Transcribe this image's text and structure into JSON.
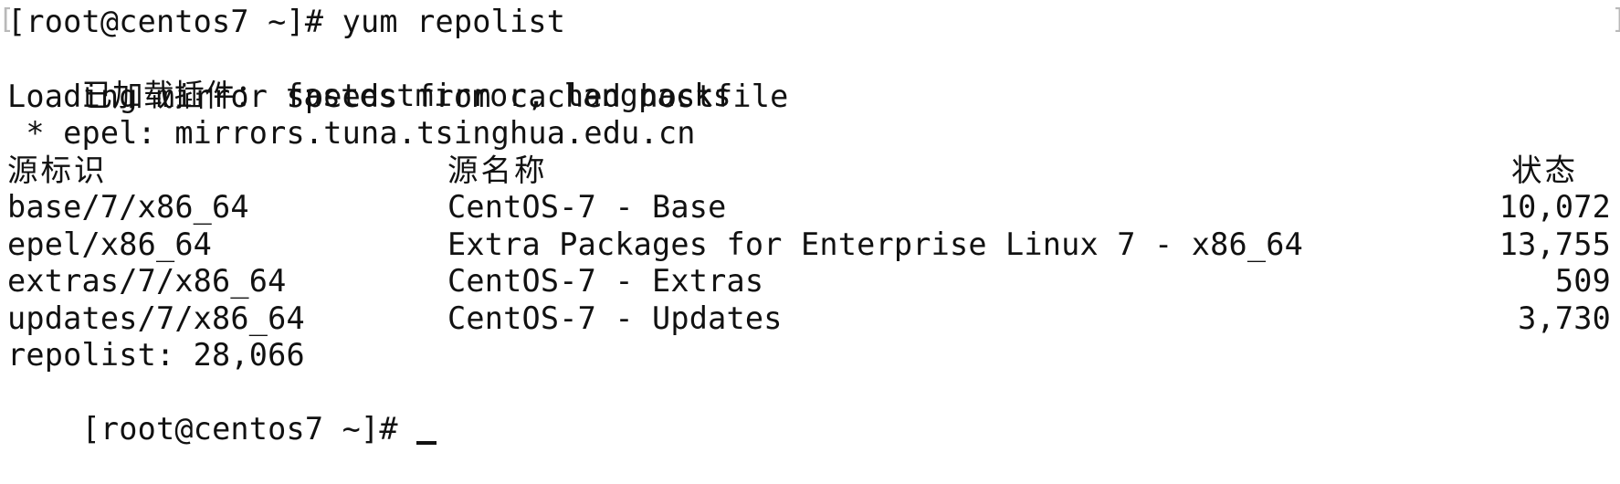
{
  "terminal": {
    "prompt_command": "[root@centos7 ~]# yum repolist",
    "plugins_line": "已加载插件： fastestmirror, langpacks",
    "loading_line": "Loading mirror speeds from cached hostfile",
    "mirror_line": " * epel: mirrors.tuna.tsinghua.edu.cn",
    "table": {
      "headers": {
        "id": "源标识",
        "name": "源名称",
        "status": "状态"
      },
      "rows": [
        {
          "id": "base/7/x86_64",
          "name": "CentOS-7 - Base",
          "status": "10,072"
        },
        {
          "id": "epel/x86_64",
          "name": "Extra Packages for Enterprise Linux 7 - x86_64",
          "status": "13,755"
        },
        {
          "id": "extras/7/x86_64",
          "name": "CentOS-7 - Extras",
          "status": "509"
        },
        {
          "id": "updates/7/x86_64",
          "name": "CentOS-7 - Updates",
          "status": "3,730"
        }
      ]
    },
    "summary_line": "repolist: 28,066",
    "final_prompt": "[root@centos7 ~]# "
  },
  "colors": {
    "background": "#ffffff",
    "text": "#111111"
  }
}
